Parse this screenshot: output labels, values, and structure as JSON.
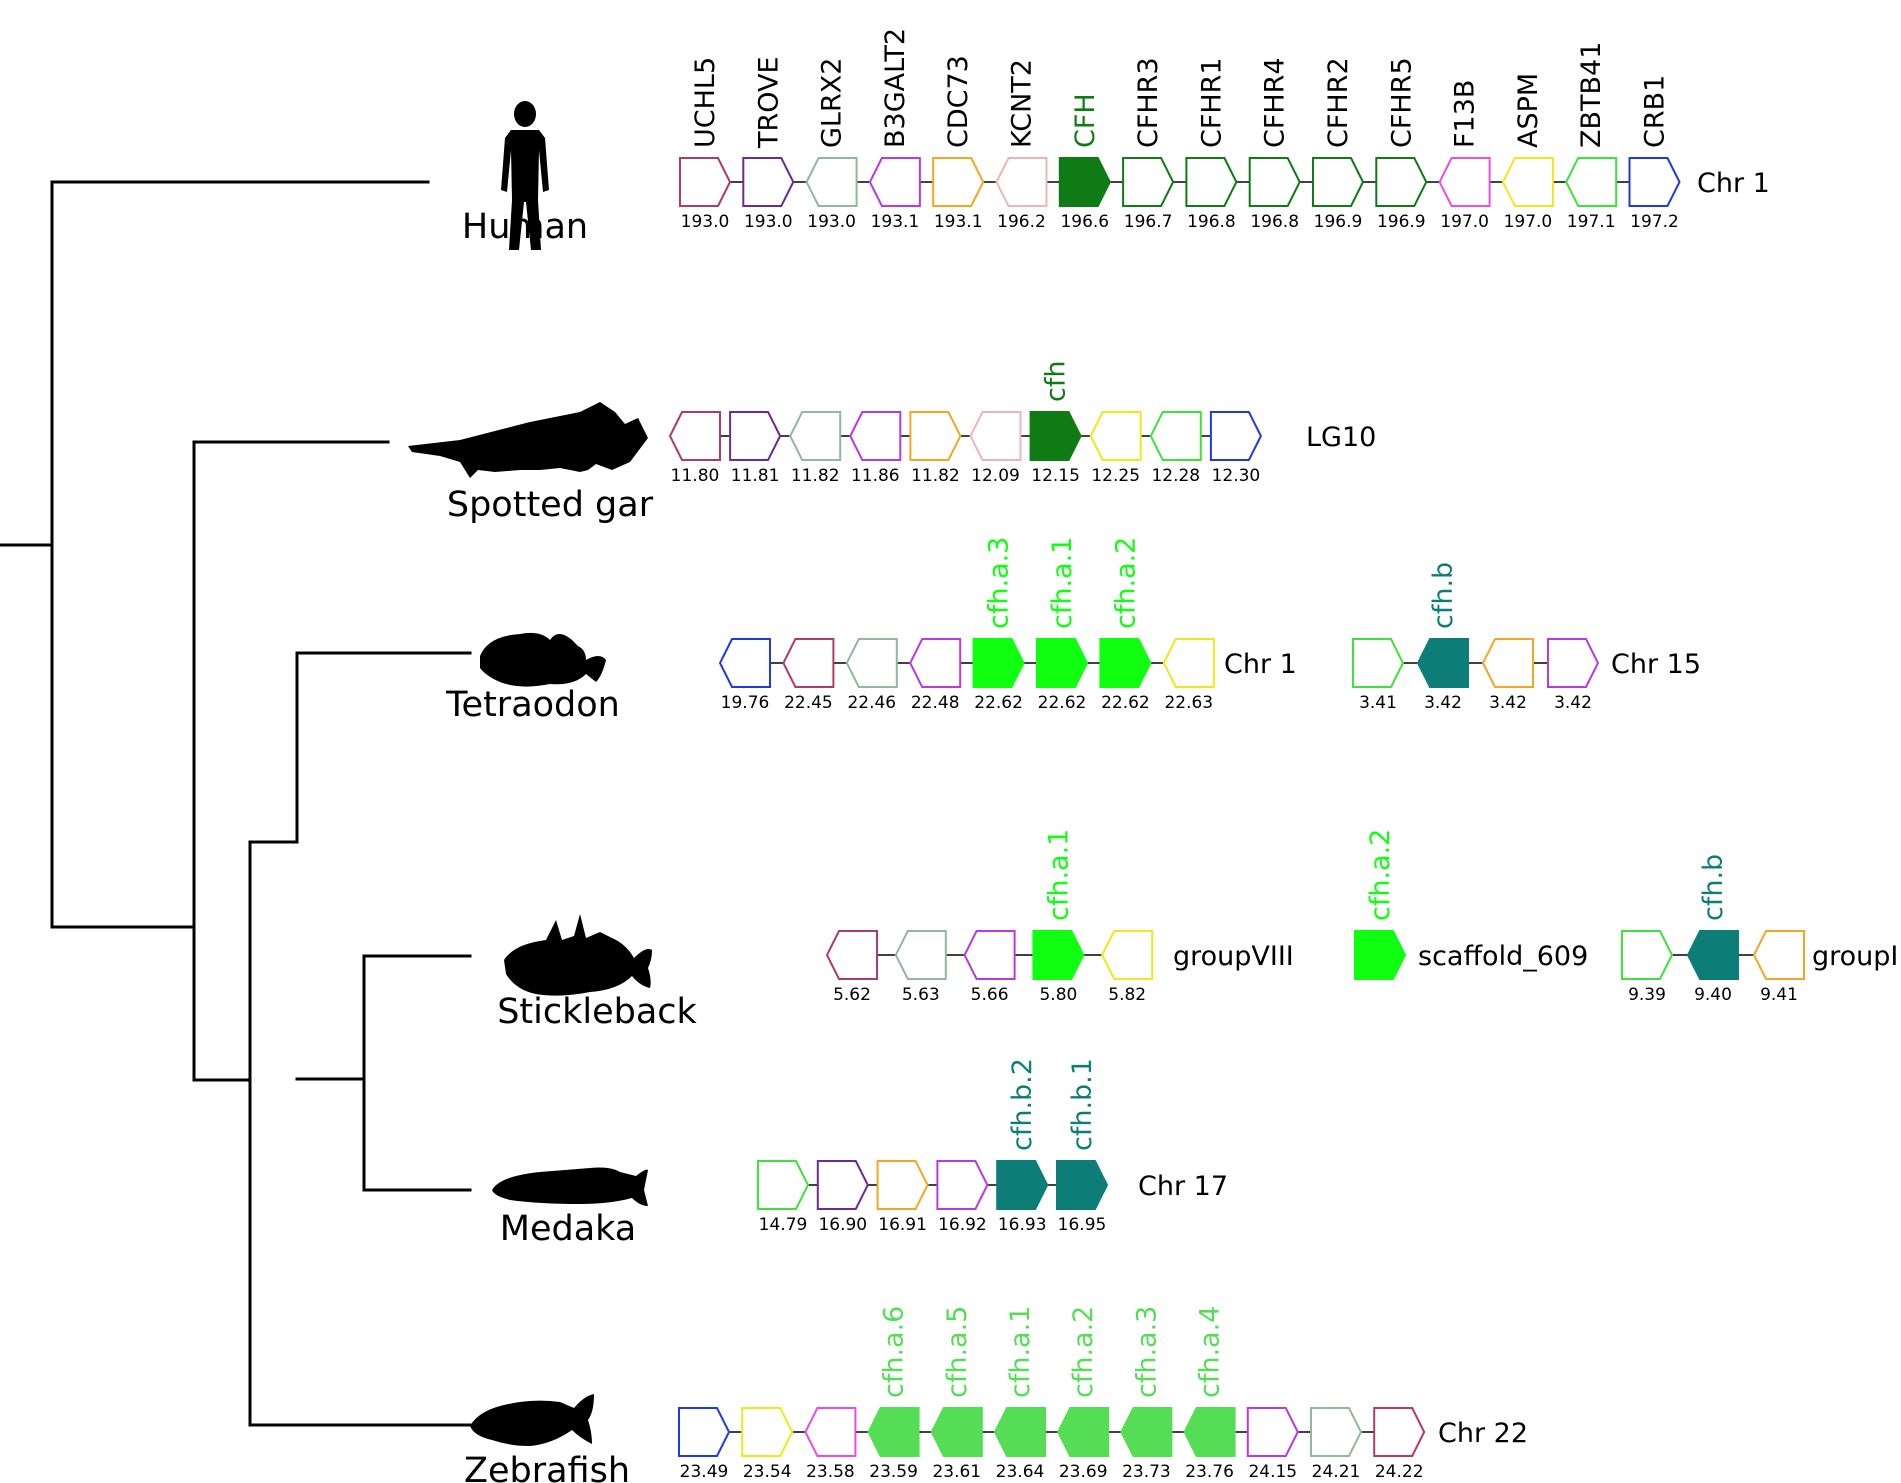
{
  "colors": {
    "UCHL5": "#b03a69",
    "TROVE": "#6a2c91",
    "GLRX2": "#8fb99a",
    "B3GALT2": "#b73ae3",
    "CDC73": "#f5a623",
    "KCNT2": "#efb5b5",
    "CFH": "#0f7b15",
    "CFHR": "#0f7b15",
    "F13B": "#ea4de8",
    "ASPM": "#f3e61a",
    "ZBTB41": "#3ee23b",
    "CRB1": "#1f3ae0",
    "cfh_a_bright": "#10ff10",
    "cfh_a_pale": "#55dd55",
    "cfh_b": "#0d7d78",
    "line": "#000000"
  },
  "species": [
    {
      "name": "Human",
      "icon": "human-silhouette",
      "tracks": [
        {
          "label": "Chr 1",
          "genes": [
            {
              "name": "UCHL5",
              "pos": "193.0",
              "color": "UCHL5",
              "filled": false,
              "dir": "right"
            },
            {
              "name": "TROVE",
              "pos": "193.0",
              "color": "TROVE",
              "filled": false,
              "dir": "right"
            },
            {
              "name": "GLRX2",
              "pos": "193.0",
              "color": "GLRX2",
              "filled": false,
              "dir": "left"
            },
            {
              "name": "B3GALT2",
              "pos": "193.1",
              "color": "B3GALT2",
              "filled": false,
              "dir": "left"
            },
            {
              "name": "CDC73",
              "pos": "193.1",
              "color": "CDC73",
              "filled": false,
              "dir": "right"
            },
            {
              "name": "KCNT2",
              "pos": "196.2",
              "color": "KCNT2",
              "filled": false,
              "dir": "left"
            },
            {
              "name": "CFH",
              "pos": "196.6",
              "color": "CFH",
              "filled": true,
              "dir": "right"
            },
            {
              "name": "CFHR3",
              "pos": "196.7",
              "color": "CFHR",
              "filled": false,
              "dir": "right"
            },
            {
              "name": "CFHR1",
              "pos": "196.8",
              "color": "CFHR",
              "filled": false,
              "dir": "right"
            },
            {
              "name": "CFHR4",
              "pos": "196.8",
              "color": "CFHR",
              "filled": false,
              "dir": "right"
            },
            {
              "name": "CFHR2",
              "pos": "196.9",
              "color": "CFHR",
              "filled": false,
              "dir": "right"
            },
            {
              "name": "CFHR5",
              "pos": "196.9",
              "color": "CFHR",
              "filled": false,
              "dir": "right"
            },
            {
              "name": "F13B",
              "pos": "197.0",
              "color": "F13B",
              "filled": false,
              "dir": "left"
            },
            {
              "name": "ASPM",
              "pos": "197.0",
              "color": "ASPM",
              "filled": false,
              "dir": "left"
            },
            {
              "name": "ZBTB41",
              "pos": "197.1",
              "color": "ZBTB41",
              "filled": false,
              "dir": "left"
            },
            {
              "name": "CRB1",
              "pos": "197.2",
              "color": "CRB1",
              "filled": false,
              "dir": "right"
            }
          ]
        }
      ]
    },
    {
      "name": "Spotted gar",
      "icon": "gar-silhouette",
      "tracks": [
        {
          "label": "LG10",
          "genes": [
            {
              "name": "",
              "pos": "11.80",
              "color": "UCHL5",
              "filled": false,
              "dir": "left"
            },
            {
              "name": "",
              "pos": "11.81",
              "color": "TROVE",
              "filled": false,
              "dir": "right"
            },
            {
              "name": "",
              "pos": "11.82",
              "color": "GLRX2",
              "filled": false,
              "dir": "left"
            },
            {
              "name": "",
              "pos": "11.86",
              "color": "B3GALT2",
              "filled": false,
              "dir": "left"
            },
            {
              "name": "",
              "pos": "11.82",
              "color": "CDC73",
              "filled": false,
              "dir": "right"
            },
            {
              "name": "",
              "pos": "12.09",
              "color": "KCNT2",
              "filled": false,
              "dir": "left"
            },
            {
              "name": "cfh",
              "pos": "12.15",
              "color": "CFH",
              "filled": true,
              "dir": "right"
            },
            {
              "name": "",
              "pos": "12.25",
              "color": "ASPM",
              "filled": false,
              "dir": "left"
            },
            {
              "name": "",
              "pos": "12.28",
              "color": "ZBTB41",
              "filled": false,
              "dir": "left"
            },
            {
              "name": "",
              "pos": "12.30",
              "color": "CRB1",
              "filled": false,
              "dir": "right"
            }
          ]
        }
      ]
    },
    {
      "name": "Tetraodon",
      "icon": "tetraodon-silhouette",
      "tracks": [
        {
          "label": "Chr 1",
          "genes": [
            {
              "name": "",
              "pos": "19.76",
              "color": "CRB1",
              "filled": false,
              "dir": "left"
            },
            {
              "name": "",
              "pos": "22.45",
              "color": "UCHL5",
              "filled": false,
              "dir": "left"
            },
            {
              "name": "",
              "pos": "22.46",
              "color": "GLRX2",
              "filled": false,
              "dir": "left"
            },
            {
              "name": "",
              "pos": "22.48",
              "color": "B3GALT2",
              "filled": false,
              "dir": "left"
            },
            {
              "name": "cfh.a.3",
              "pos": "22.62",
              "color": "cfh_a_bright",
              "filled": true,
              "dir": "right"
            },
            {
              "name": "cfh.a.1",
              "pos": "22.62",
              "color": "cfh_a_bright",
              "filled": true,
              "dir": "right"
            },
            {
              "name": "cfh.a.2",
              "pos": "22.62",
              "color": "cfh_a_bright",
              "filled": true,
              "dir": "right"
            },
            {
              "name": "",
              "pos": "22.63",
              "color": "ASPM",
              "filled": false,
              "dir": "left"
            }
          ]
        },
        {
          "label": "Chr 15",
          "genes": [
            {
              "name": "",
              "pos": "3.41",
              "color": "ZBTB41",
              "filled": false,
              "dir": "right"
            },
            {
              "name": "cfh.b",
              "pos": "3.42",
              "color": "cfh_b",
              "filled": true,
              "dir": "left"
            },
            {
              "name": "",
              "pos": "3.42",
              "color": "CDC73",
              "filled": false,
              "dir": "left"
            },
            {
              "name": "",
              "pos": "3.42",
              "color": "B3GALT2",
              "filled": false,
              "dir": "right"
            }
          ]
        }
      ]
    },
    {
      "name": "Stickleback",
      "icon": "stickleback-silhouette",
      "tracks": [
        {
          "label": "groupVIII",
          "genes": [
            {
              "name": "",
              "pos": "5.62",
              "color": "UCHL5",
              "filled": false,
              "dir": "left"
            },
            {
              "name": "",
              "pos": "5.63",
              "color": "GLRX2",
              "filled": false,
              "dir": "left"
            },
            {
              "name": "",
              "pos": "5.66",
              "color": "B3GALT2",
              "filled": false,
              "dir": "left"
            },
            {
              "name": "cfh.a.1",
              "pos": "5.80",
              "color": "cfh_a_bright",
              "filled": true,
              "dir": "right"
            },
            {
              "name": "",
              "pos": "5.82",
              "color": "ASPM",
              "filled": false,
              "dir": "left"
            }
          ]
        },
        {
          "label": "scaffold_609",
          "genes": [
            {
              "name": "cfh.a.2",
              "pos": "",
              "color": "cfh_a_bright",
              "filled": true,
              "dir": "right"
            }
          ]
        },
        {
          "label": "groupIII",
          "genes": [
            {
              "name": "",
              "pos": "9.39",
              "color": "ZBTB41",
              "filled": false,
              "dir": "right"
            },
            {
              "name": "cfh.b",
              "pos": "9.40",
              "color": "cfh_b",
              "filled": true,
              "dir": "left"
            },
            {
              "name": "",
              "pos": "9.41",
              "color": "CDC73",
              "filled": false,
              "dir": "left"
            }
          ]
        }
      ]
    },
    {
      "name": "Medaka",
      "icon": "medaka-silhouette",
      "tracks": [
        {
          "label": "Chr 17",
          "genes": [
            {
              "name": "",
              "pos": "14.79",
              "color": "ZBTB41",
              "filled": false,
              "dir": "right"
            },
            {
              "name": "",
              "pos": "16.90",
              "color": "TROVE",
              "filled": false,
              "dir": "right"
            },
            {
              "name": "",
              "pos": "16.91",
              "color": "CDC73",
              "filled": false,
              "dir": "right"
            },
            {
              "name": "",
              "pos": "16.92",
              "color": "B3GALT2",
              "filled": false,
              "dir": "right"
            },
            {
              "name": "cfh.b.2",
              "pos": "16.93",
              "color": "cfh_b",
              "filled": true,
              "dir": "right"
            },
            {
              "name": "cfh.b.1",
              "pos": "16.95",
              "color": "cfh_b",
              "filled": true,
              "dir": "right"
            }
          ]
        }
      ]
    },
    {
      "name": "Zebrafish",
      "icon": "zebrafish-silhouette",
      "tracks": [
        {
          "label": "Chr 22",
          "genes": [
            {
              "name": "",
              "pos": "23.49",
              "color": "CRB1",
              "filled": false,
              "dir": "right"
            },
            {
              "name": "",
              "pos": "23.54",
              "color": "ASPM",
              "filled": false,
              "dir": "right"
            },
            {
              "name": "",
              "pos": "23.58",
              "color": "F13B",
              "filled": false,
              "dir": "left"
            },
            {
              "name": "cfh.a.6",
              "pos": "23.59",
              "color": "cfh_a_pale",
              "filled": true,
              "dir": "left"
            },
            {
              "name": "cfh.a.5",
              "pos": "23.61",
              "color": "cfh_a_pale",
              "filled": true,
              "dir": "left"
            },
            {
              "name": "cfh.a.1",
              "pos": "23.64",
              "color": "cfh_a_pale",
              "filled": true,
              "dir": "left"
            },
            {
              "name": "cfh.a.2",
              "pos": "23.69",
              "color": "cfh_a_pale",
              "filled": true,
              "dir": "left"
            },
            {
              "name": "cfh.a.3",
              "pos": "23.73",
              "color": "cfh_a_pale",
              "filled": true,
              "dir": "left"
            },
            {
              "name": "cfh.a.4",
              "pos": "23.76",
              "color": "cfh_a_pale",
              "filled": true,
              "dir": "left"
            },
            {
              "name": "",
              "pos": "24.15",
              "color": "B3GALT2",
              "filled": false,
              "dir": "right"
            },
            {
              "name": "",
              "pos": "24.21",
              "color": "GLRX2",
              "filled": false,
              "dir": "right"
            },
            {
              "name": "",
              "pos": "24.22",
              "color": "UCHL5",
              "filled": false,
              "dir": "right"
            }
          ]
        }
      ]
    }
  ]
}
